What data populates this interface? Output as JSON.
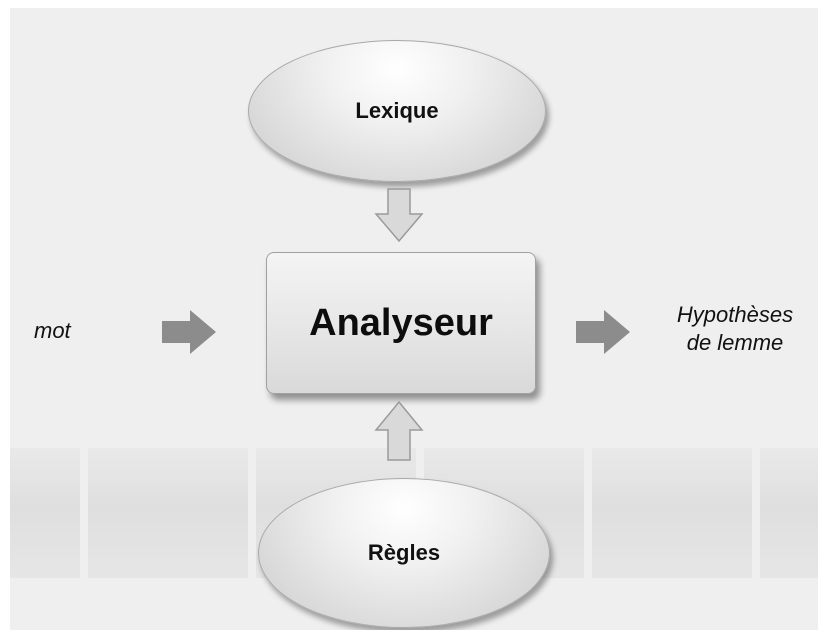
{
  "diagram": {
    "nodes": {
      "lexicon": "Lexique",
      "analyser": "Analyseur",
      "rules": "Règles"
    },
    "input_label": "mot",
    "output_label_line1": "Hypothèses",
    "output_label_line2": "de lemme"
  },
  "colors": {
    "background": "#efefef",
    "arrow_fill": "#8c8c8c",
    "outline_arrow_fill": "#d9d9d9",
    "outline_arrow_stroke": "#9a9a9a"
  }
}
